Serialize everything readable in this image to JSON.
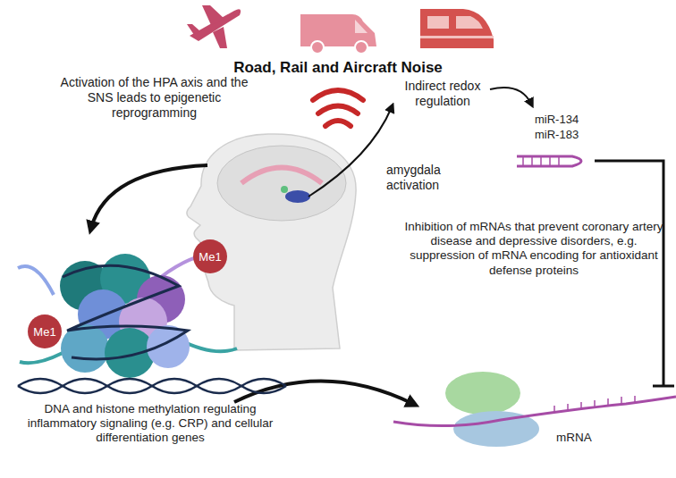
{
  "diagram": {
    "title": "Road, Rail and Aircraft Noise",
    "nodes": [
      {
        "text": [
          "Me1"
        ]
      },
      {
        "text": [
          "Me1"
        ]
      }
    ],
    "labels": [
      "Activation of the HPA axis and the SNS leads to epigenetic reprogramming",
      "amygdala activation",
      "Indirect redox regulation",
      "miR-134",
      "miR-183",
      "Inhibition of mRNAs that prevent coronary artery disease and depressive disorders, e.g. suppression of mRNA encoding for antioxidant defense proteins",
      "DNA and histone methylation regulating inflammatory signaling (e.g. CRP) and cellular differentiation genes",
      "mRNA"
    ]
  }
}
